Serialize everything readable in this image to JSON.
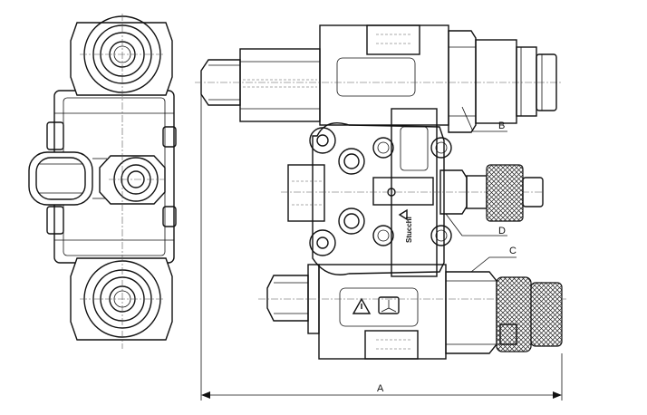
{
  "labels": {
    "a": "A",
    "b": "B",
    "c": "C",
    "d": "D"
  },
  "brand": "Stucchi",
  "warning_icon": "warning-triangle-icon",
  "manual_icon": "read-manual-icon",
  "line_color": "#111111",
  "background": "#ffffff"
}
